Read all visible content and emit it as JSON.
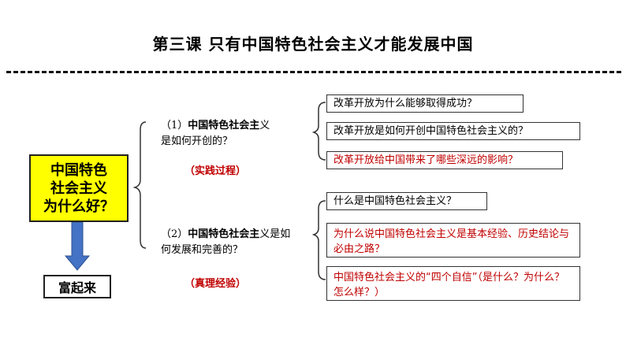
{
  "title": "第三课  只有中国特色社会主义才能发展中国",
  "core": {
    "lines": [
      "中国特色",
      "社会主义",
      "为什么好？"
    ]
  },
  "result": "富起来",
  "branches": [
    {
      "q_num": "（1）",
      "q_strong": "中国特色社会主",
      "q_rest": "义是如何开创的？",
      "tag": "（实践过程）",
      "items": [
        {
          "text": "改革开放为什么能够取得成功？",
          "highlight": false
        },
        {
          "text": "改革开放是如何开创中国特色社会主义的？",
          "highlight": false
        },
        {
          "text": "改革开放给中国带来了哪些深远的影响？",
          "highlight": true
        }
      ]
    },
    {
      "q_num": "（2）",
      "q_strong": "中国特色社会主",
      "q_rest": "义是如何发展和完善的？",
      "tag": "（真理经验）",
      "items": [
        {
          "text": "什么是中国特色社会主义？",
          "highlight": false
        },
        {
          "text": "为什么说中国特色社会主义是基本经验、历史结论与必由之路？",
          "highlight": true
        },
        {
          "text": "中国特色社会主义的“四个自信”（是什么？为什么？怎么样？）",
          "highlight": true
        }
      ]
    }
  ],
  "colors": {
    "core_fill": "#ffff00",
    "arrow": "#4472c4",
    "highlight": "#c00000"
  }
}
